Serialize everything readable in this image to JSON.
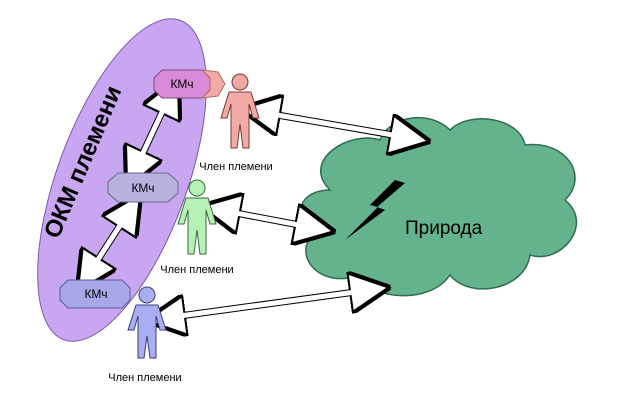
{
  "diagram": {
    "group_label": "ОКМ племени",
    "group_color": "#c9a6f2",
    "kmch_label": "КМч",
    "member_label": "Член племени",
    "nature_label": "Природа",
    "nature_color": "#64b38c",
    "kmch_nodes": [
      {
        "name": "kmch-top",
        "label": "КМч",
        "color": "#d98ad9"
      },
      {
        "name": "kmch-middle",
        "label": "КМч",
        "color": "#b9b2df"
      },
      {
        "name": "kmch-bottom",
        "label": "КМч",
        "color": "#a8a8e8"
      }
    ],
    "members": [
      {
        "name": "member-pink",
        "label": "Член племени",
        "color": "#f2aaa4"
      },
      {
        "name": "member-green",
        "label": "Член племени",
        "color": "#b6f2b6"
      },
      {
        "name": "member-blue",
        "label": "Член племени",
        "color": "#a9aef2"
      }
    ],
    "icons": [
      "lightning-icon",
      "person-icon",
      "double-arrow-icon"
    ]
  }
}
